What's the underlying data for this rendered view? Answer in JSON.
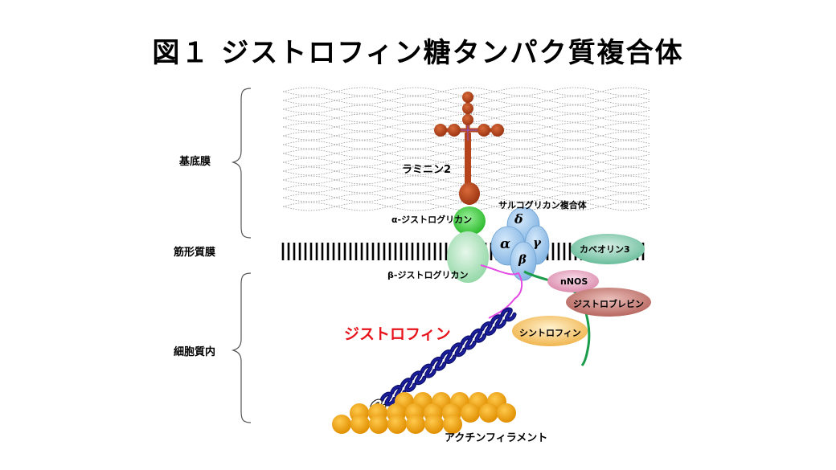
{
  "title": "図１ ジストロフィン糖タンパク質複合体",
  "regions": {
    "basement_membrane": "基底膜",
    "sarcolemma": "筋形質膜",
    "intracellular": "細胞質内"
  },
  "labels": {
    "laminin": "ラミニン2",
    "alpha_dg": "α-ジストログリカン",
    "beta_dg": "β-ジストログリカン",
    "sarcoglycan": "サルコグリカン複合体",
    "caveolin": "カベオリン3",
    "nnos": "nNOS",
    "dystrobrevin": "ジストロブレビン",
    "syntrophin": "シントロフィン",
    "dystrophin": "ジストロフィン",
    "actin": "アクチンフィラメント"
  },
  "sarcoglycan_subunits": {
    "alpha": "α",
    "beta": "β",
    "gamma": "γ",
    "delta": "δ"
  },
  "colors": {
    "laminin": "#b5441c",
    "alpha_dg": "#3fcf3f",
    "beta_dg": "#a9e4b6",
    "sarcoglycan": "#8fbfe8",
    "caveolin": "#7cc9aa",
    "nnos": "#e6a1bd",
    "dystrobrevin": "#c77873",
    "syntrophin": "#f5c467",
    "dystrophin": "#1b1e9c",
    "dystrophin_label": "#e8141c",
    "actin": "#f2a30f",
    "tail_magenta": "#e34be4",
    "tail_green": "#1a9c4a"
  }
}
